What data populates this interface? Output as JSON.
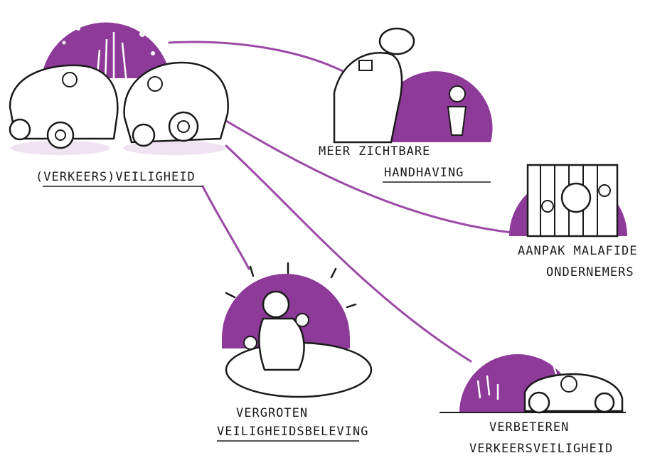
{
  "colors": {
    "accent": "#8e3a99",
    "ink": "#1a1a1a",
    "light": "#c9a0cf"
  },
  "nodes": [
    {
      "id": "veiligheid",
      "label_lines": [
        "(VERKEERS)VEILIGHEID"
      ],
      "illustration": "car-crash-icon"
    },
    {
      "id": "handhaving",
      "label_lines": [
        "MEER ZICHTBARE",
        "HANDHAVING"
      ],
      "illustration": "police-officer-icon"
    },
    {
      "id": "malafide",
      "label_lines": [
        "AANPAK MALAFIDE",
        "ONDERNEMERS"
      ],
      "illustration": "prisoner-behind-bars-icon"
    },
    {
      "id": "beleving",
      "label_lines": [
        "VERGROTEN",
        "VEILIGHEIDSBELEVING"
      ],
      "illustration": "calm-person-icon"
    },
    {
      "id": "verkeersveiligheid",
      "label_lines": [
        "VERBETEREN",
        "VERKEERSVEILIGHEID"
      ],
      "illustration": "driver-in-car-icon"
    }
  ],
  "edges": [
    {
      "from": "veiligheid",
      "to": "handhaving"
    },
    {
      "from": "veiligheid",
      "to": "malafide"
    },
    {
      "from": "veiligheid",
      "to": "beleving"
    },
    {
      "from": "veiligheid",
      "to": "verkeersveiligheid"
    }
  ]
}
